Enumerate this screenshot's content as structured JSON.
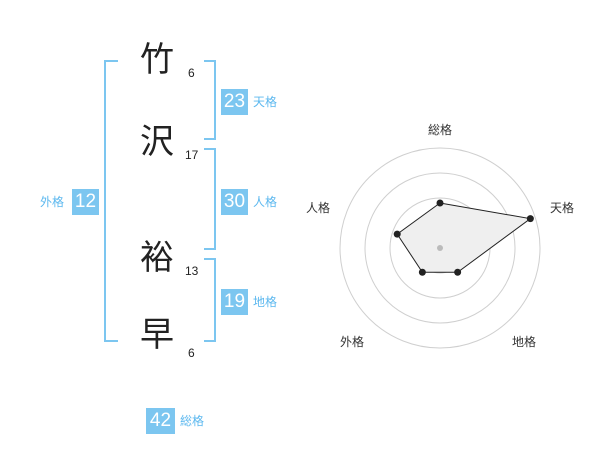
{
  "characters": [
    {
      "char": "竹",
      "strokes": "6"
    },
    {
      "char": "沢",
      "strokes": "17"
    },
    {
      "char": "裕",
      "strokes": "13"
    },
    {
      "char": "早",
      "strokes": "6"
    }
  ],
  "fortunes": {
    "tenkaku": {
      "value": "23",
      "label": "天格"
    },
    "jinkaku": {
      "value": "30",
      "label": "人格"
    },
    "chikaku": {
      "value": "19",
      "label": "地格"
    },
    "gaikaku": {
      "value": "12",
      "label": "外格"
    },
    "soukaku": {
      "value": "42",
      "label": "総格"
    }
  },
  "radar": {
    "axes": [
      "総格",
      "天格",
      "地格",
      "外格",
      "人格"
    ],
    "levels": [
      0.45,
      0.95,
      0.3,
      0.3,
      0.45
    ],
    "max_level": 1
  }
}
